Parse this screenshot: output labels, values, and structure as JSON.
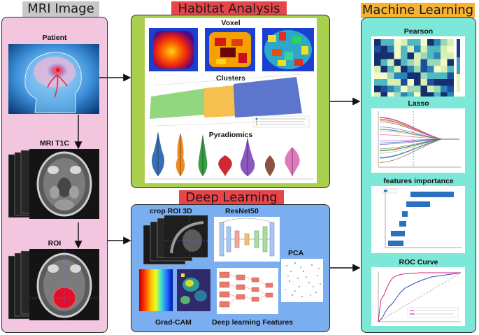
{
  "sections": {
    "mri": {
      "title": "MRI Image",
      "patient": "Patient",
      "t1c": "MRI T1C",
      "roi": "ROI"
    },
    "habitat": {
      "title": "Habitat Analysis",
      "voxel": "Voxel",
      "clusters": "Clusters",
      "pyradiomics": "Pyradiomics"
    },
    "deep": {
      "title": "Deep Learning",
      "crop": "crop ROI 3D",
      "resnet": "ResNet50",
      "pca": "PCA",
      "gradcam": "Grad-CAM",
      "features": "Deep learning Features"
    },
    "ml": {
      "title": "Machine Learning",
      "pearson": "Pearson",
      "lasso": "Lasso",
      "importance": "features importance",
      "roc": "ROC Curve"
    }
  },
  "colors": {
    "mri_header": "#c8c8c8",
    "mri_panel": "#f2c6de",
    "habitat_header": "#e8454a",
    "habitat_panel": "#a9cf4f",
    "deep_header": "#e8454a",
    "deep_panel": "#7aaef0",
    "ml_header": "#f7b233",
    "ml_panel": "#7ee8d8"
  }
}
